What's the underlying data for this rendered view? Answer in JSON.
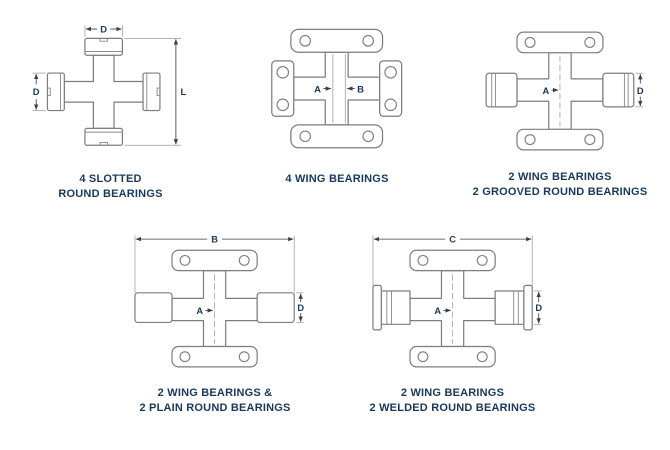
{
  "colors": {
    "caption_text": "#17395d",
    "dim_label_text": "#17395d",
    "drawing_line": "#7d7d7d",
    "dimension_line": "#3f3f3f",
    "background": "#ffffff"
  },
  "diagrams": [
    {
      "name": "4-slotted-round-bearings",
      "caption": [
        "4 SLOTTED",
        "ROUND BEARINGS"
      ],
      "dims": {
        "width_top": "D",
        "diameter_left": "D",
        "length_right": "L"
      }
    },
    {
      "name": "4-wing-bearings",
      "caption": [
        "4 WING BEARINGS"
      ],
      "dims": {
        "a": "A",
        "b": "B"
      }
    },
    {
      "name": "2-wing-bearings-2-grooved-round-bearings",
      "caption": [
        "2 WING BEARINGS",
        "2 GROOVED ROUND BEARINGS"
      ],
      "dims": {
        "a": "A",
        "d": "D"
      }
    },
    {
      "name": "2-wing-bearings-2-plain-round-bearings",
      "caption": [
        "2 WING BEARINGS &",
        "2 PLAIN ROUND BEARINGS"
      ],
      "dims": {
        "b": "B",
        "a": "A",
        "d": "D"
      }
    },
    {
      "name": "2-wing-bearings-2-welded-round-bearings",
      "caption": [
        "2 WING BEARINGS",
        "2 WELDED ROUND BEARINGS"
      ],
      "dims": {
        "c": "C",
        "a": "A",
        "d": "D"
      }
    }
  ]
}
